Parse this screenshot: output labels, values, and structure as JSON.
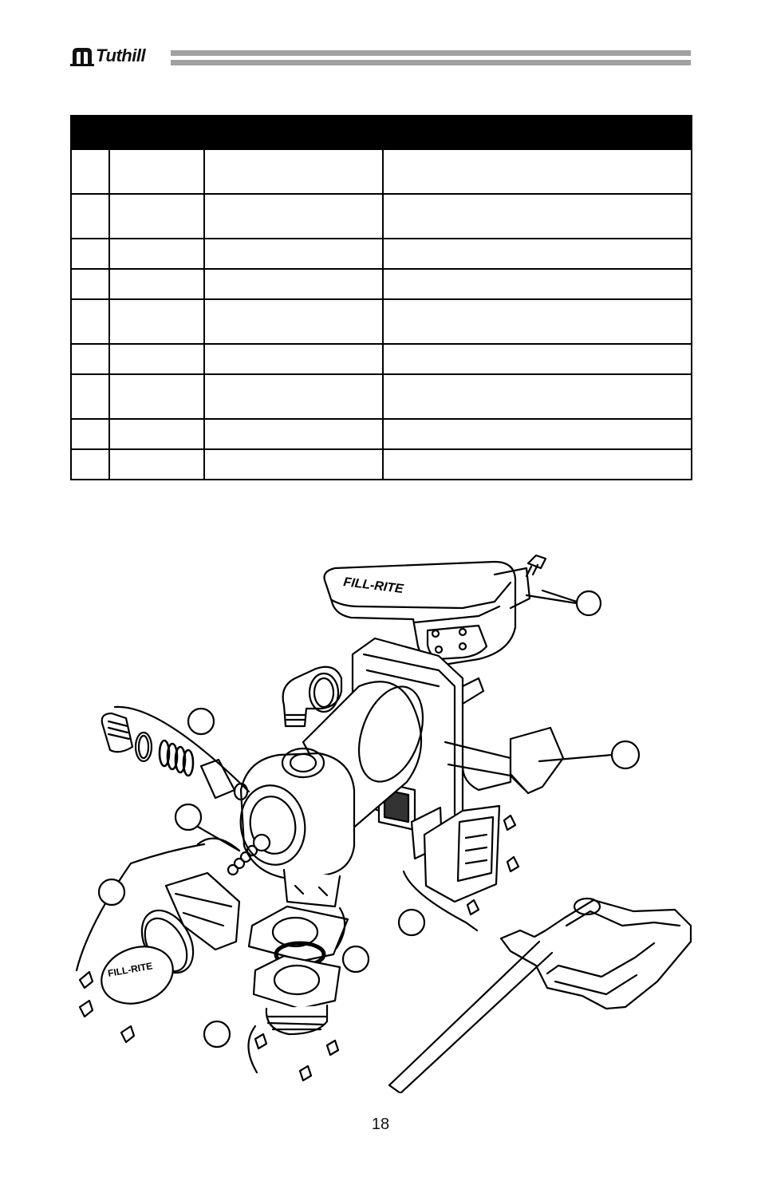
{
  "header": {
    "brand_name": "Tuthill"
  },
  "parts_table": {
    "columns": [
      "",
      "",
      "",
      ""
    ],
    "rows": [
      {
        "height": "tall"
      },
      {
        "height": "tall"
      },
      {
        "height": "short"
      },
      {
        "height": "short"
      },
      {
        "height": "tall"
      },
      {
        "height": "short"
      },
      {
        "height": "tall"
      },
      {
        "height": "short"
      },
      {
        "height": "short"
      }
    ]
  },
  "diagram": {
    "callouts": [
      "",
      "",
      "",
      "",
      "",
      "",
      "",
      "",
      ""
    ],
    "nameplate_text": "FILL-RITE"
  },
  "footer": {
    "page_number": "18"
  }
}
